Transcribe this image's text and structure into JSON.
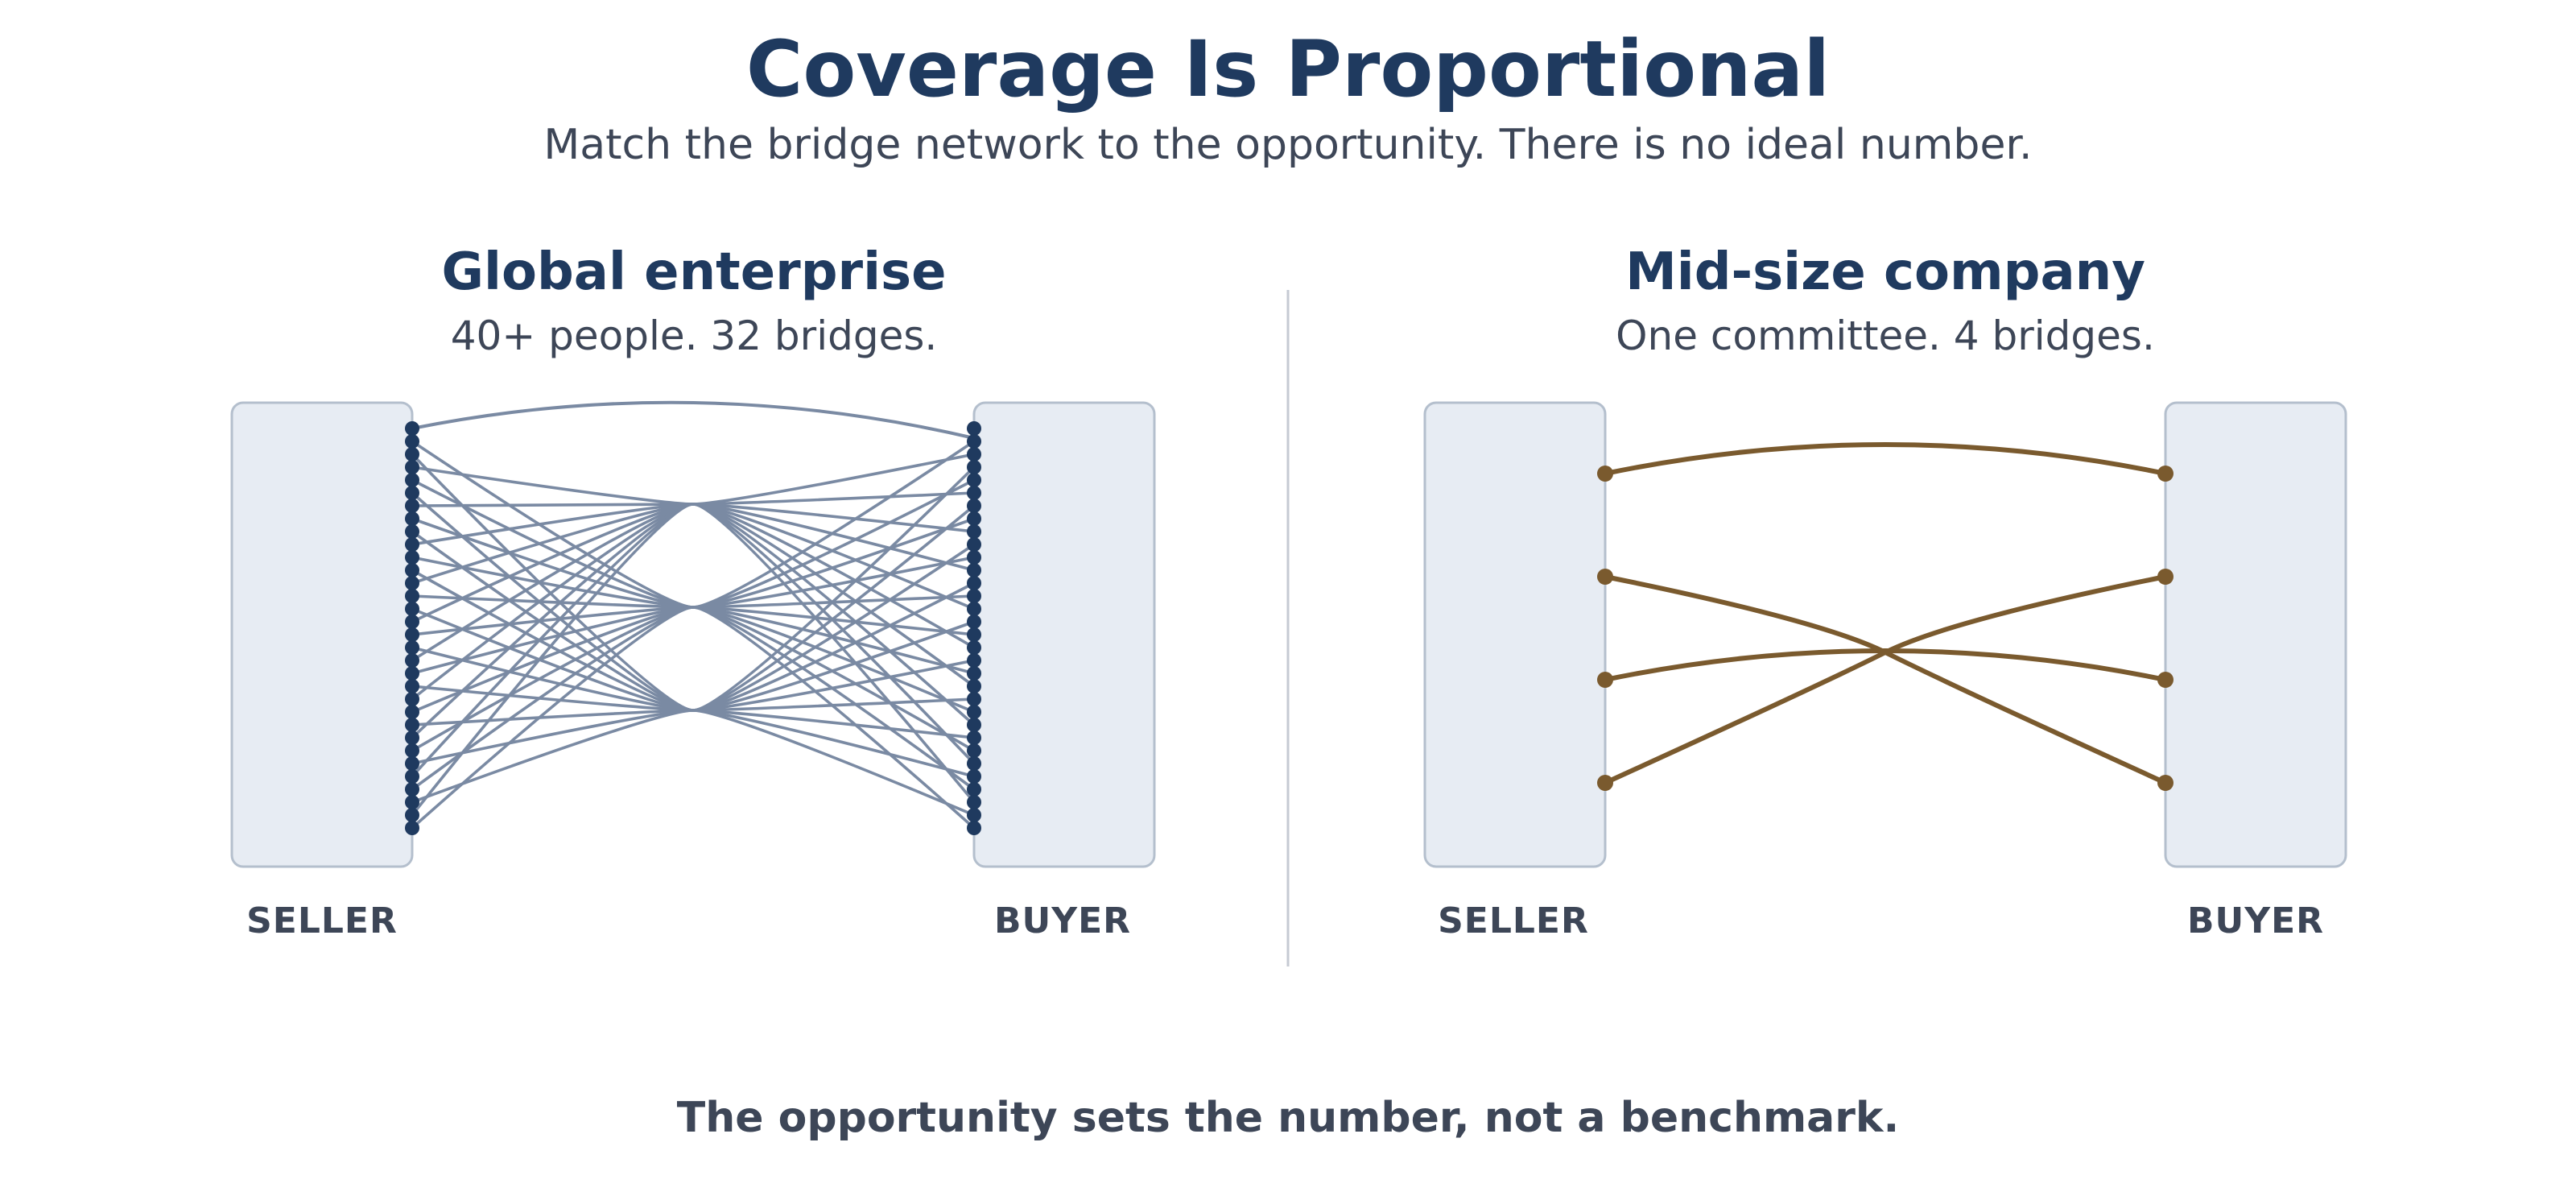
{
  "title": "Coverage Is Proportional",
  "subtitle": "Match the bridge network to the opportunity. There is no ideal number.",
  "panels": {
    "left": {
      "title": "Global enterprise",
      "subtitle": "40+ people. 32 bridges.",
      "seller_label": "SELLER",
      "buyer_label": "BUYER",
      "bridge_count": 32,
      "color": "#1f3a5f",
      "line_color": "#7a8aa3"
    },
    "right": {
      "title": "Mid-size company",
      "subtitle": "One committee. 4 bridges.",
      "seller_label": "SELLER",
      "buyer_label": "BUYER",
      "bridge_count": 4,
      "color": "#7a5a2e",
      "line_color": "#7a5a2e"
    }
  },
  "footer": "The opportunity sets the number, not a benchmark.",
  "colors": {
    "box_fill": "#e7ecf3",
    "box_stroke": "#b4bfcd",
    "divider": "#c5cad3"
  }
}
